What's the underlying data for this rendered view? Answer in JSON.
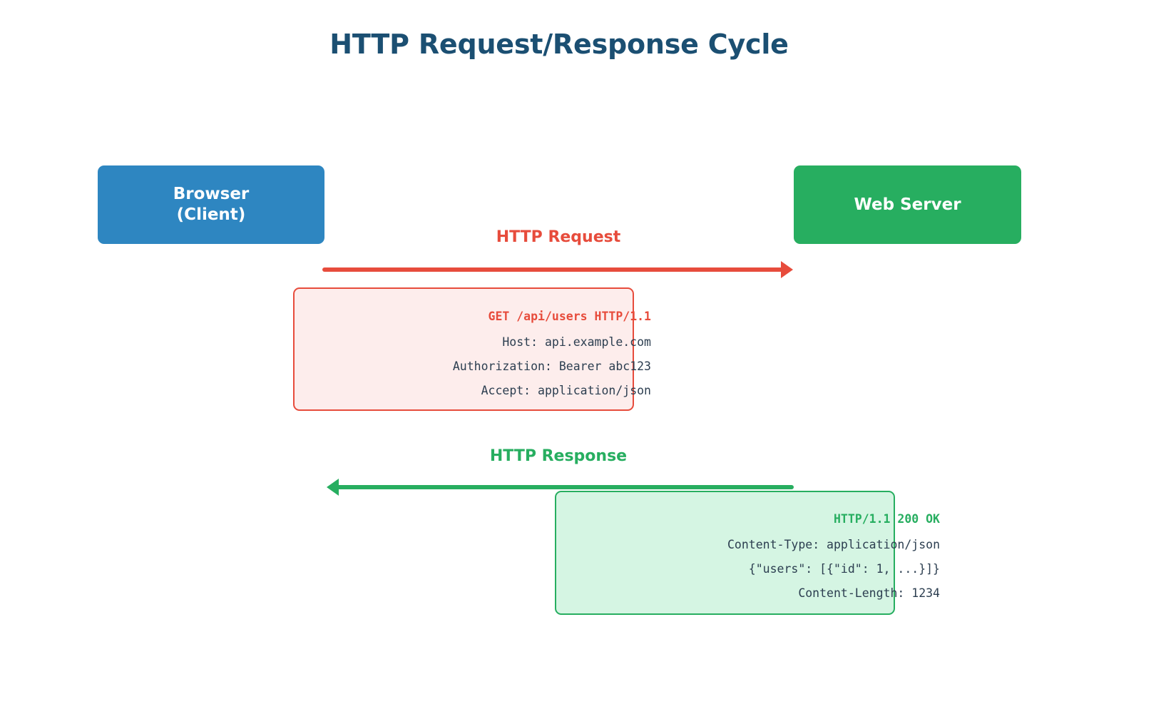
{
  "title": "HTTP Request/Response Cycle",
  "colors": {
    "title": "#1b4f72",
    "client": "#2e86c1",
    "server": "#27ae60",
    "request": "#e74c3c",
    "response": "#27ae60",
    "request_fill": "#fdedec",
    "response_fill": "#d5f5e3",
    "body_text": "#2c3e50",
    "background": "#ffffff"
  },
  "nodes": {
    "client": {
      "label": "Browser\n(Client)"
    },
    "server": {
      "label": "Web Server"
    }
  },
  "flows": [
    {
      "id": "request",
      "label": "HTTP Request",
      "direction": "client-to-server",
      "arrow_color": "#e74c3c",
      "lines": [
        "GET /api/users HTTP/1.1",
        "Host: api.example.com",
        "Authorization: Bearer abc123",
        "Accept: application/json"
      ]
    },
    {
      "id": "response",
      "label": "HTTP Response",
      "direction": "server-to-client",
      "arrow_color": "#27ae60",
      "lines": [
        "HTTP/1.1 200 OK",
        "Content-Type: application/json",
        "{\"users\": [{\"id\": 1, ...}]}",
        "Content-Length: 1234"
      ]
    }
  ]
}
